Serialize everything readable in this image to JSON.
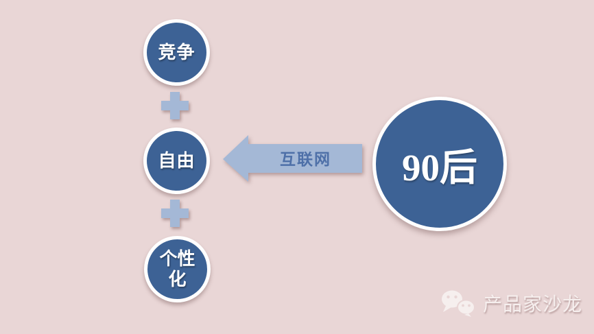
{
  "colors": {
    "background": "#e9d6d6",
    "circle_blue": "#3d6295",
    "connector_light_blue": "#a4b8d6",
    "arrow_label_blue": "#4e70a8",
    "watermark_white": "#f6efee"
  },
  "left_chain": {
    "circles": [
      {
        "label": "竞争"
      },
      {
        "label": "自由"
      },
      {
        "label": "个性化"
      }
    ],
    "connector": "plus-icon"
  },
  "arrow": {
    "label": "互联网",
    "direction": "left"
  },
  "main_circle": {
    "label": "90后"
  },
  "watermark": {
    "icon": "wechat-icon",
    "label": "产品家沙龙"
  }
}
